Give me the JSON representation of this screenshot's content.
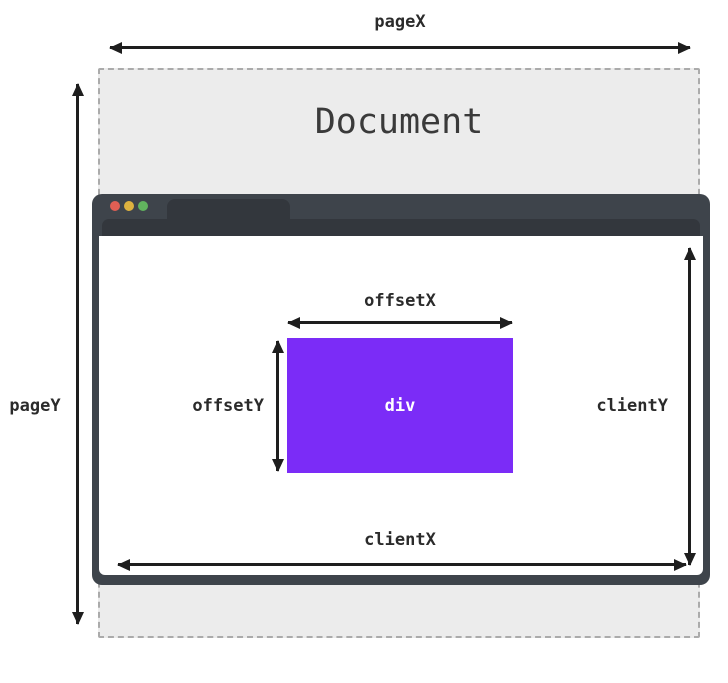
{
  "diagram": {
    "page_x_label": "pageX",
    "page_y_label": "pageY",
    "document_label": "Document",
    "offset_x_label": "offsetX",
    "offset_y_label": "offsetY",
    "client_x_label": "clientX",
    "client_y_label": "clientY",
    "div_label": "div",
    "colors": {
      "document_fill": "#ececec",
      "document_border": "#ababab",
      "window_frame": "#3e444b",
      "window_chrome": "#33373d",
      "traffic_red": "#e05f54",
      "traffic_yellow": "#ddb23f",
      "traffic_green": "#61b45e",
      "div_fill": "#7b2cf7",
      "arrow": "#1e1e1e",
      "label": "#2b2b2b",
      "document_text": "#3a3a3a"
    }
  }
}
